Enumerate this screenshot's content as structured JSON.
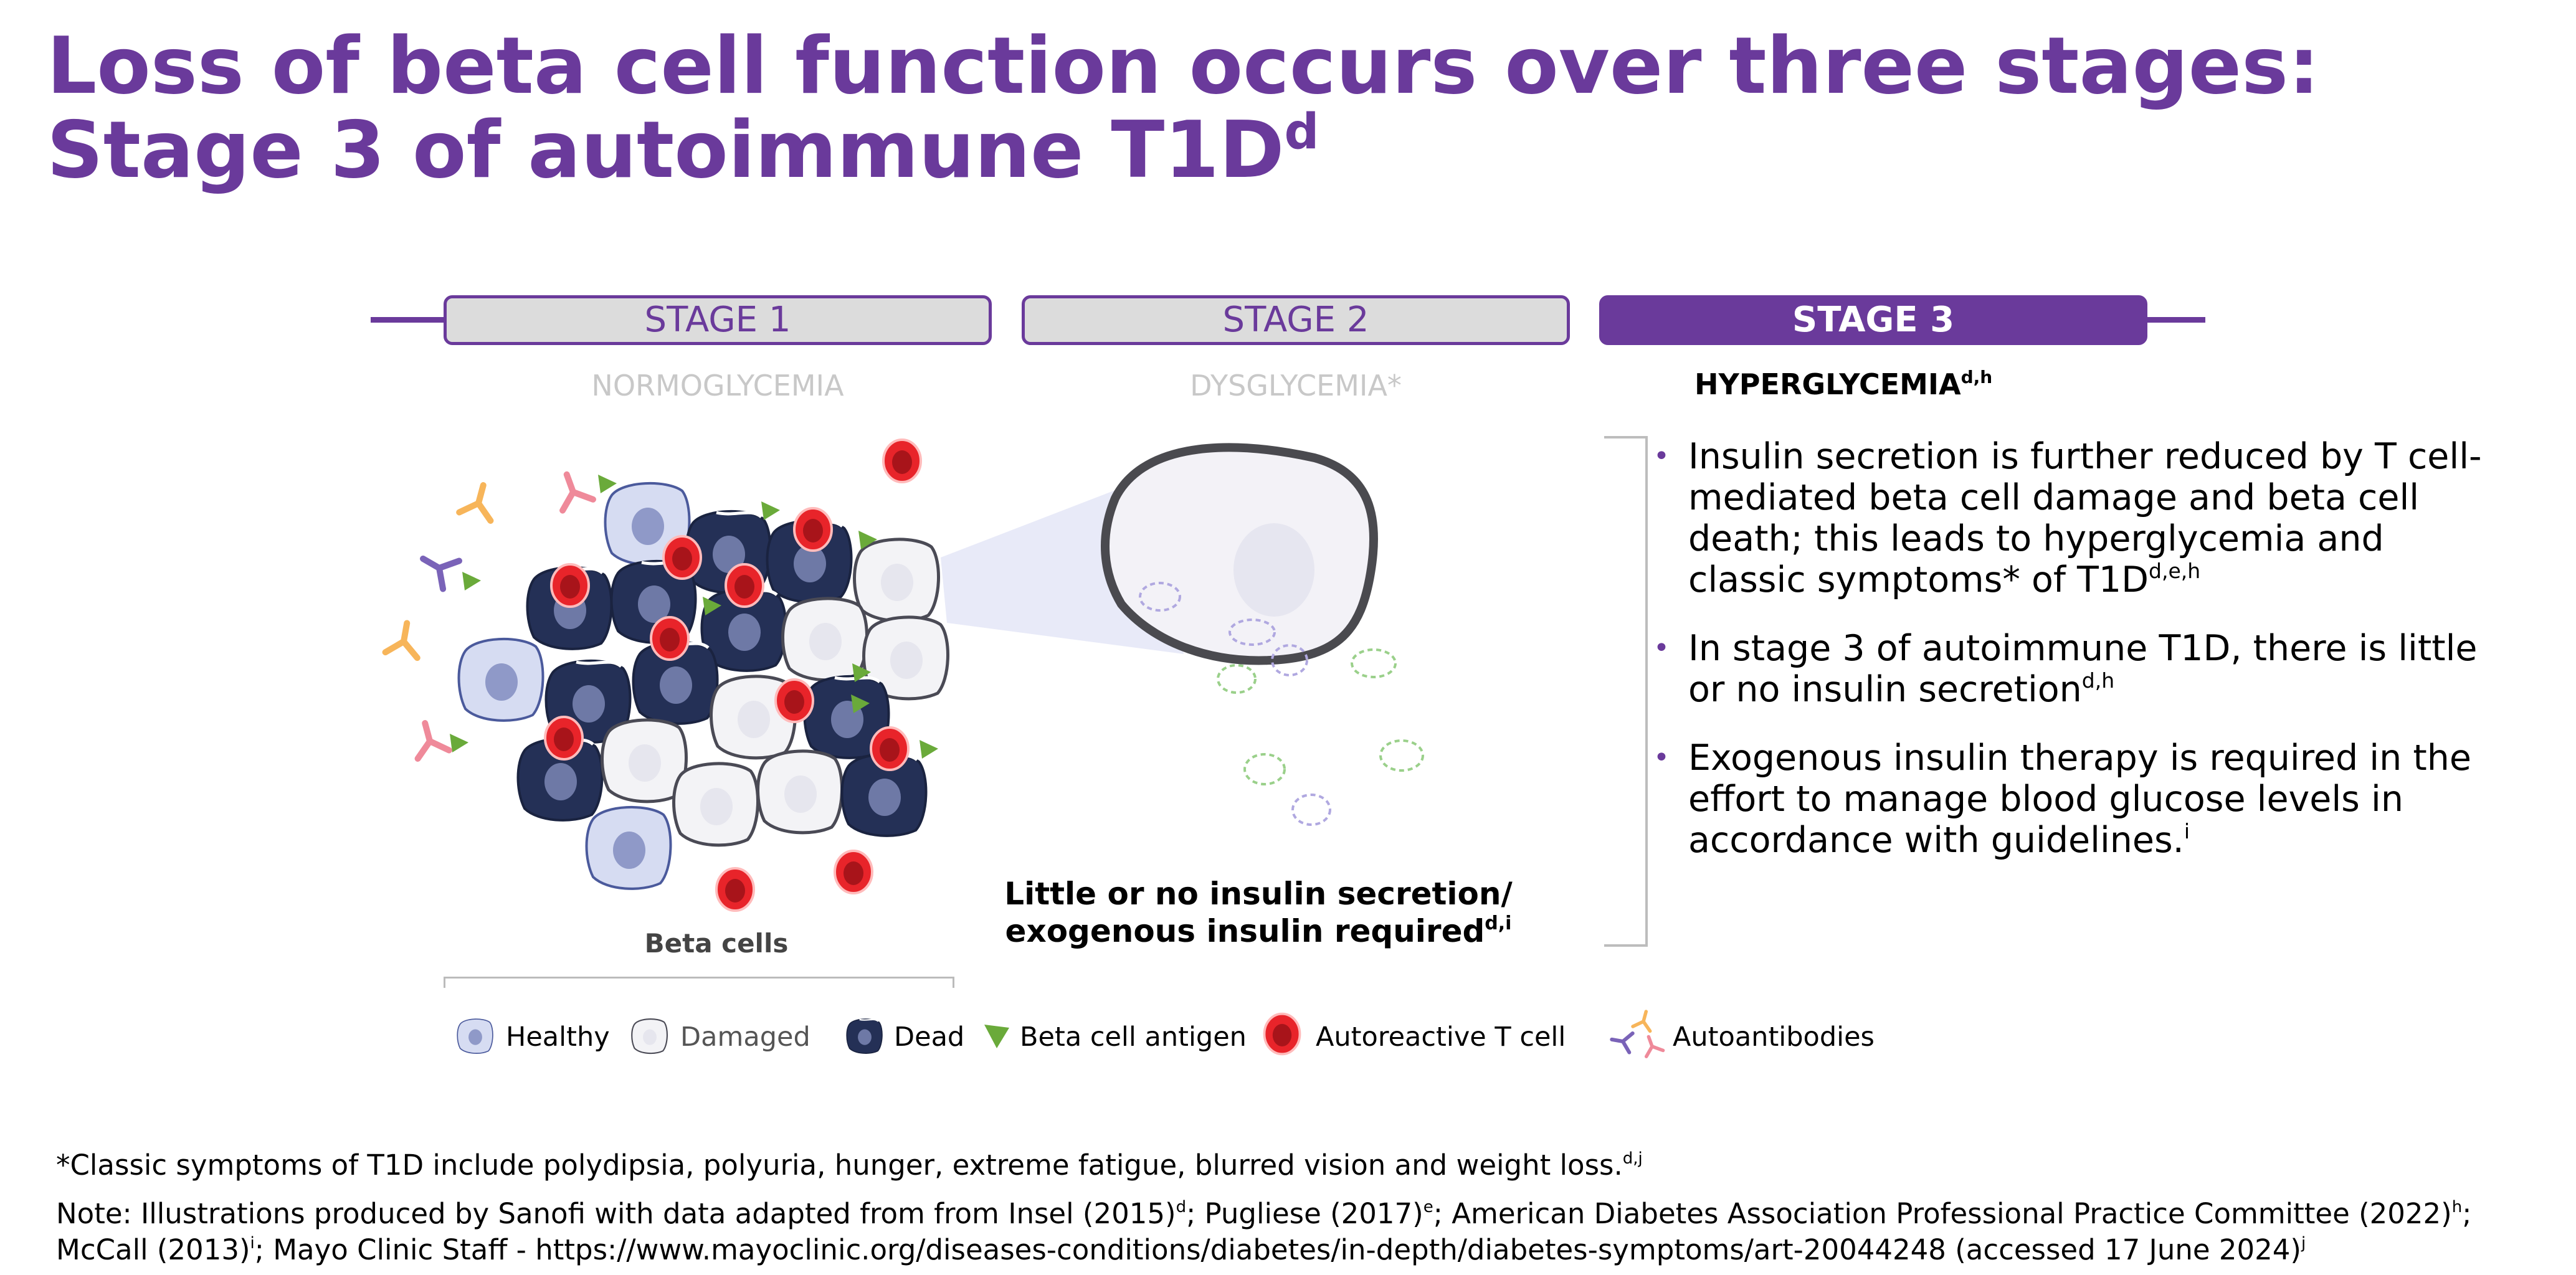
{
  "title": {
    "line1": "Loss of beta cell function occurs over three stages:",
    "line2": "Stage 3 of autoimmune T1D",
    "line2_sup": "d"
  },
  "stages": [
    {
      "label": "STAGE 1",
      "glycemia": "NORMOGLYCEMIA"
    },
    {
      "label": "STAGE 2",
      "glycemia": "DYSGLYCEMIA*"
    },
    {
      "label": "STAGE 3",
      "glycemia": "HYPERGLYCEMIA",
      "glycemia_sup": "d,h"
    }
  ],
  "colors": {
    "purple": "#6a3a9b",
    "dead_cell": "#243056",
    "healthy_cell": "#c9d1ee",
    "damaged_cell": "#f3f3f6",
    "t_cell": "#e8242a",
    "antigen": "#6aaa3a"
  },
  "bullets": [
    {
      "text": "Insulin secretion is further reduced by T cell-mediated beta cell damage and beta cell death; this leads to hyperglycemia and classic symptoms* of T1D",
      "sup": "d,e,h"
    },
    {
      "text": "In stage 3 of autoimmune T1D, there is little or no insulin secretion",
      "sup": "d,h"
    },
    {
      "text": "Exogenous insulin therapy is required in the effort to manage blood glucose levels in accordance with guidelines.",
      "sup": "i"
    }
  ],
  "insulin_caption": {
    "line1": "Little or no insulin secretion/",
    "line2": "exogenous insulin required",
    "sup": "d,i"
  },
  "beta_cells_label": "Beta cells",
  "legend": [
    {
      "icon": "healthy-cell-icon",
      "label": "Healthy"
    },
    {
      "icon": "damaged-cell-icon",
      "label": "Damaged"
    },
    {
      "icon": "dead-cell-icon",
      "label": "Dead"
    },
    {
      "icon": "beta-cell-antigen-icon",
      "label": "Beta cell antigen"
    },
    {
      "icon": "autoreactive-t-cell-icon",
      "label": "Autoreactive T cell"
    },
    {
      "icon": "autoantibodies-icon",
      "label": "Autoantibodies"
    }
  ],
  "footnote": {
    "text": "*Classic symptoms of T1D include polydipsia, polyuria, hunger, extreme fatigue, blurred vision and weight loss.",
    "sup": "d,j"
  },
  "notes": {
    "p1": "Note: Illustrations produced by Sanofi with data adapted from from Insel (2015)",
    "s1": "d",
    "p2": "; Pugliese (2017)",
    "s2": "e",
    "p3": "; American Diabetes Association Professional Practice Committee (2022)",
    "s3": "h",
    "p4": ";",
    "p5": "McCall (2013)",
    "s5": "i",
    "p6": "; Mayo Clinic Staff - https://www.mayoclinic.org/diseases-conditions/diabetes/in-depth/diabetes-symptoms/art-20044248 (accessed 17 June 2024)",
    "s6": "j"
  }
}
